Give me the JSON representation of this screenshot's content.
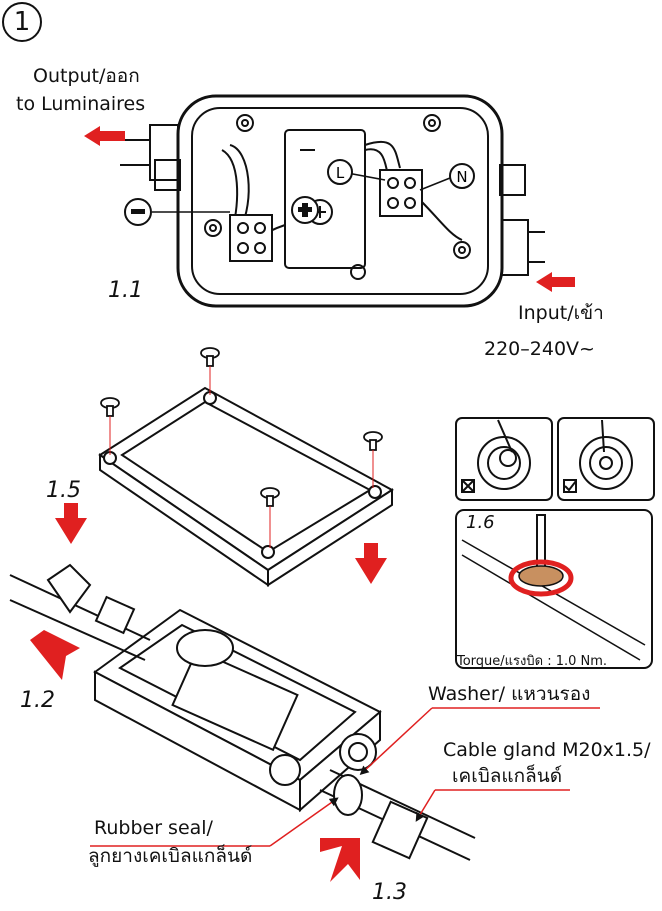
{
  "step_number": "1",
  "labels": {
    "output_line1": "Output/ออก",
    "output_line2": "to Luminaires",
    "input_line1": "Input/เข้า",
    "input_line2": "220–240V~",
    "washer": "Washer/ แหวนรอง",
    "gland_line1": "Cable gland M20x1.5/",
    "gland_line2": "เคเบิลแกล็นด์",
    "rubber_line1": "Rubber seal/",
    "rubber_line2": "ลูกยางเคเบิลแกล็นด์",
    "torque": "Torque/แรงบิด : 1.0 Nm."
  },
  "steps": {
    "s1_1": "1.1",
    "s1_2": "1.2",
    "s1_3": "1.3",
    "s1_5": "1.5",
    "s1_6": "1.6"
  },
  "terminals": {
    "live": "L",
    "neutral": "N",
    "minus": "−",
    "plus": "+"
  },
  "colors": {
    "arrow_red": "#e02020",
    "line": "#111111"
  }
}
